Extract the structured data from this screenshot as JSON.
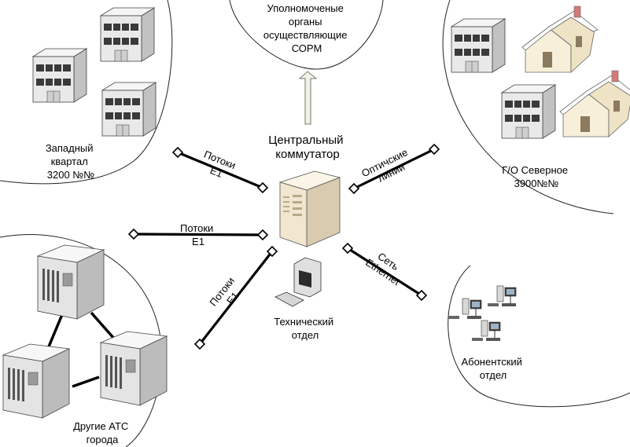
{
  "nodes": {
    "sorm": {
      "lines": [
        "Уполномоченые",
        "органы",
        "осуществляющие",
        "СОРМ"
      ]
    },
    "central": {
      "lines": [
        "Центральный",
        "коммутатор"
      ]
    },
    "west": {
      "lines": [
        "Западный",
        "квартал",
        "3200 №№"
      ]
    },
    "north": {
      "lines": [
        "Г/О Северное",
        "3900№№"
      ]
    },
    "atc": {
      "lines": [
        "Другие АТС",
        "города"
      ]
    },
    "tech": {
      "lines": [
        "Технический",
        "отдел"
      ]
    },
    "subscriber": {
      "lines": [
        "Абонентский",
        "отдел"
      ]
    }
  },
  "links": {
    "west": {
      "lines": [
        "Потоки",
        "Е1"
      ]
    },
    "atc": {
      "lines": [
        "Потоки",
        "Е1"
      ]
    },
    "tech": {
      "lines": [
        "Потоки",
        "Е1"
      ]
    },
    "optic": {
      "lines": [
        "Оптичские",
        "линии"
      ]
    },
    "ethernet": {
      "lines": [
        "Сеть",
        "Ethernet"
      ]
    }
  },
  "colors": {
    "building_front": "#e9e9e9",
    "building_side": "#bdbdbd",
    "window": "#3a3a3a",
    "house_wall": "#f7efd9",
    "house_roof": "#ffffff",
    "server_beige": "#f1e6cf",
    "arrow_fill": "#f2f2e4"
  },
  "icons": [
    "office-building-icon",
    "house-icon",
    "server-cabinet-icon",
    "telephone-exchange-icon",
    "computer-workstation-icon",
    "network-client-icon",
    "up-arrow-icon"
  ]
}
